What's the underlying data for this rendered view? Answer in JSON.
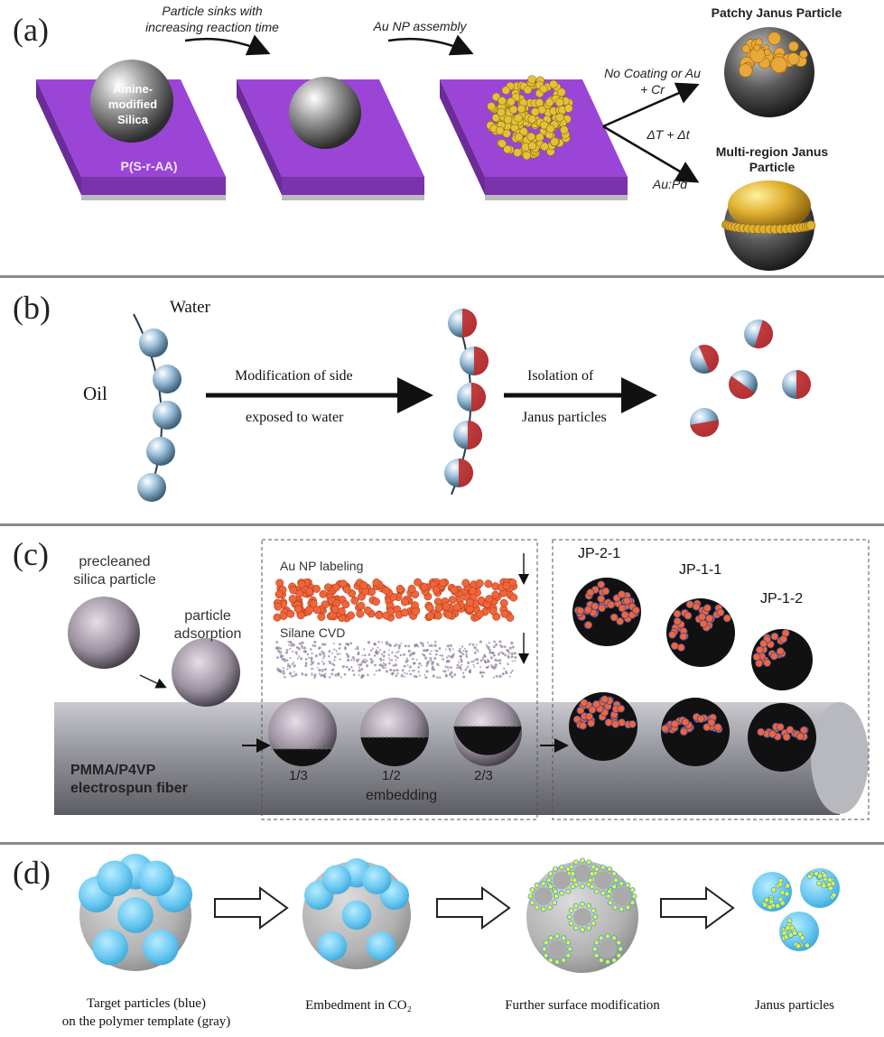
{
  "panel_a": {
    "label": "(a)",
    "step1": "Particle sinks with increasing reaction time",
    "step2": "Au NP  assembly",
    "sphere_text": "Amine-modified Silica",
    "substrate": "P(S-r-AA)",
    "branch_top": "No Coating or Au + Cr",
    "branch_mid": "ΔT + Δt",
    "branch_bottom": "Au:Pd",
    "result_top": "Patchy Janus Particle",
    "result_bottom": "Multi-region Janus Particle",
    "colors": {
      "substrate": "#9b45d6",
      "gold": "#e0b030"
    }
  },
  "panel_b": {
    "label": "(b)",
    "water": "Water",
    "oil": "Oil",
    "arrow1_line1": "Modification of side",
    "arrow1_line2": "exposed to water",
    "arrow2_line1": "Isolation of",
    "arrow2_line2": "Janus particles",
    "colors": {
      "particle": "#9fc2dd",
      "janus": "#c02a2a"
    }
  },
  "panel_c": {
    "label": "(c)",
    "precleaned": "precleaned silica particle",
    "adsorption": "particle adsorption",
    "au_label": "Au NP labeling",
    "silane": "Silane CVD",
    "fiber1": "PMMA/P4VP",
    "fiber2": "electrospun fiber",
    "frac1": "1/3",
    "frac2": "1/2",
    "frac3": "2/3",
    "embedding": "embedding",
    "jp1": "JP-2-1",
    "jp2": "JP-1-1",
    "jp3": "JP-1-2",
    "colors": {
      "au": "#f0653a",
      "fiber": "#8f8f97"
    }
  },
  "panel_d": {
    "label": "(d)",
    "cap1_line1": "Target particles (blue)",
    "cap1_line2": "on the polymer template (gray)",
    "cap2": "Embedment in CO₂",
    "cap3": "Further surface modification",
    "cap4": "Janus particles",
    "colors": {
      "blue": "#6cc9f2",
      "gray": "#b2b2b2",
      "yellow": "#e6f046"
    }
  }
}
